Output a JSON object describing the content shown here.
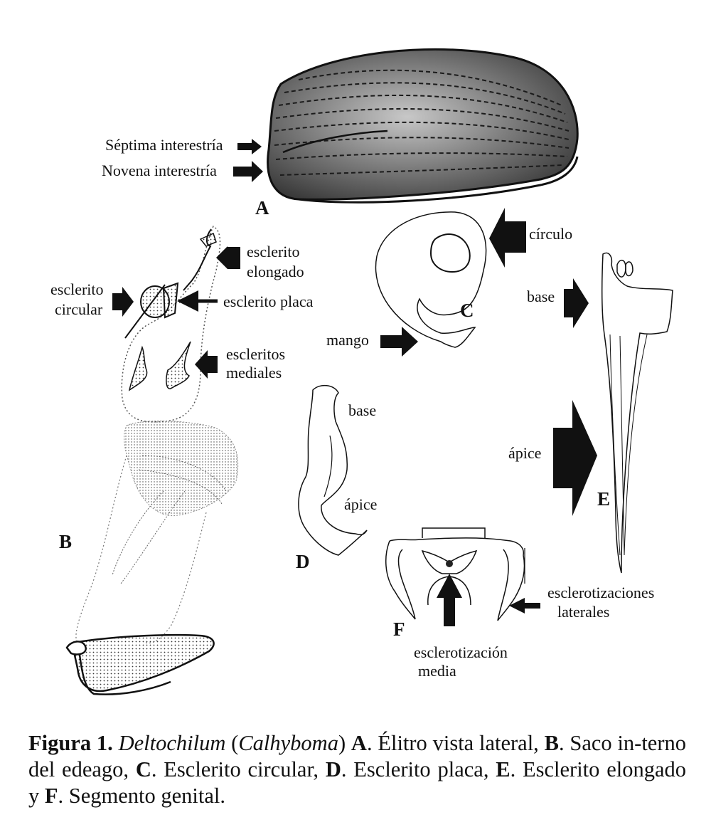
{
  "labels": {
    "septima": "Séptima interestría",
    "novena": "Novena interestría",
    "esclerito_elongado_1": "esclerito",
    "esclerito_elongado_2": "elongado",
    "esclerito_circular_1": "esclerito",
    "esclerito_circular_2": "circular",
    "esclerito_placa": "esclerito placa",
    "escleritos_mediales_1": "escleritos",
    "escleritos_mediales_2": "mediales",
    "circulo": "círculo",
    "mango": "mango",
    "base_e": "base",
    "apice_e": "ápice",
    "base_d": "base",
    "apice_d": "ápice",
    "escl_laterales_1": "esclerotizaciones",
    "escl_laterales_2": "laterales",
    "escl_media_1": "esclerotización",
    "escl_media_2": "media"
  },
  "panels": {
    "a": "A",
    "b": "B",
    "c": "C",
    "d": "D",
    "e": "E",
    "f": "F"
  },
  "caption": {
    "fig_label": "Figura 1.",
    "genus": "Deltochilum",
    "subgenus_open": " (",
    "subgenus": "Calhyboma",
    "subgenus_close": ") ",
    "a_key": "A",
    "a_text": ". Élitro vista lateral, ",
    "b_key": "B",
    "b_text": ". Saco in-terno del edeago, ",
    "c_key": "C",
    "c_text": ". Esclerito circular, ",
    "d_key": "D",
    "d_text": ". Esclerito placa, ",
    "e_key": "E",
    "e_text": ". Esclerito elongado y ",
    "f_key": "F",
    "f_text": ". Segmento genital."
  }
}
